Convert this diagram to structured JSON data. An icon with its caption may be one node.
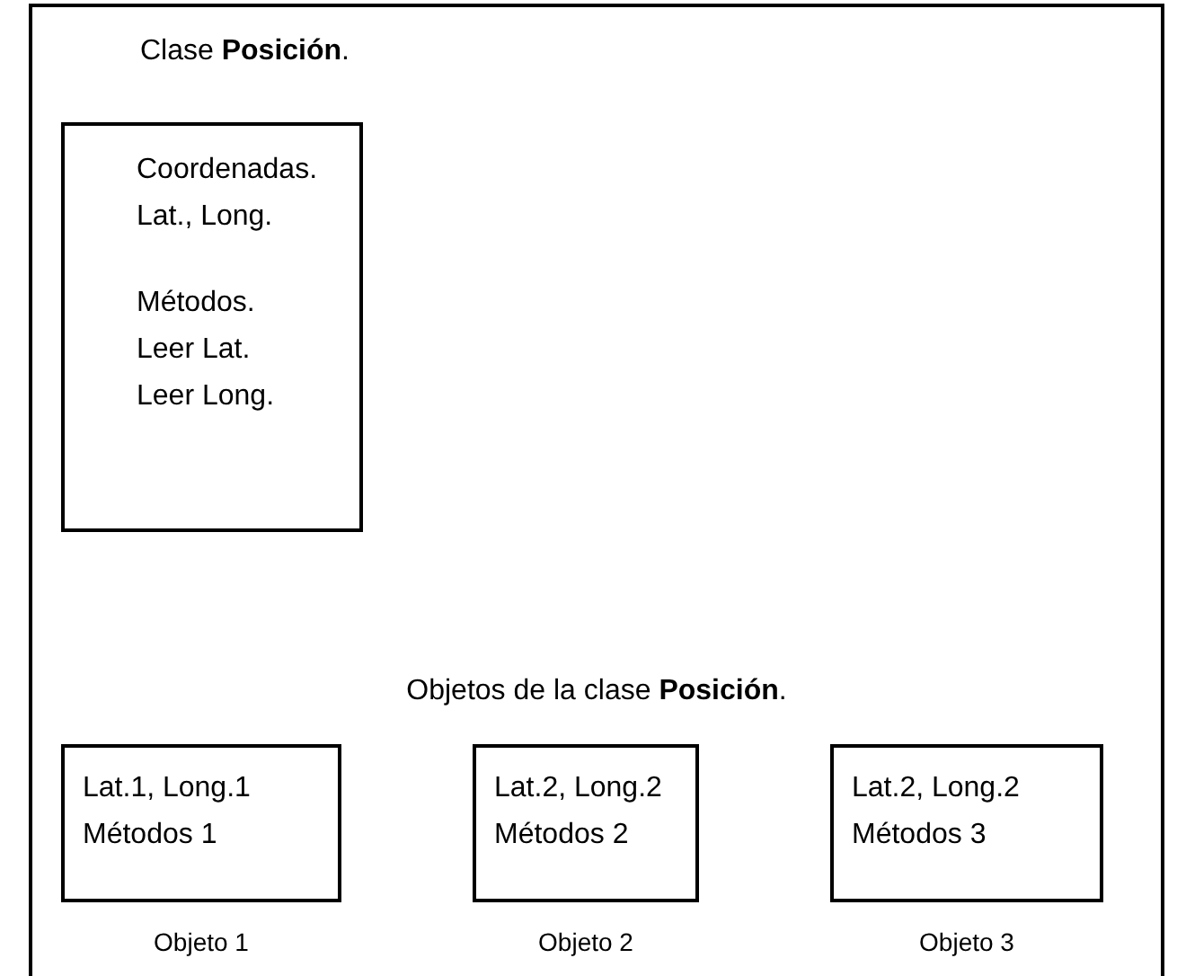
{
  "diagram": {
    "nodes": [
      {
        "text": [],
        "shape": "box"
      },
      {
        "text": [
          "Clase **Posición**.",
          "Coordenadas.",
          "Lat., Long.",
          "Métodos.",
          "Leer Lat.",
          "Leer Long."
        ],
        "in": 0
      },
      {
        "text": [
          "Lat.1, Long.1",
          "Métodos 1"
        ],
        "beside": [
          "Objeto 1"
        ],
        "in": 0
      },
      {
        "text": [
          "Lat.2, Long.2",
          "Métodos 2"
        ],
        "beside": [
          "Objeto 2"
        ],
        "in": 0
      },
      {
        "text": [
          "Lat.2, Long.2",
          "Métodos 3"
        ],
        "beside": [
          "Objeto 3"
        ],
        "in": 0
      }
    ],
    "labels": [
      "Objetos de la clase **Posición**."
    ]
  }
}
